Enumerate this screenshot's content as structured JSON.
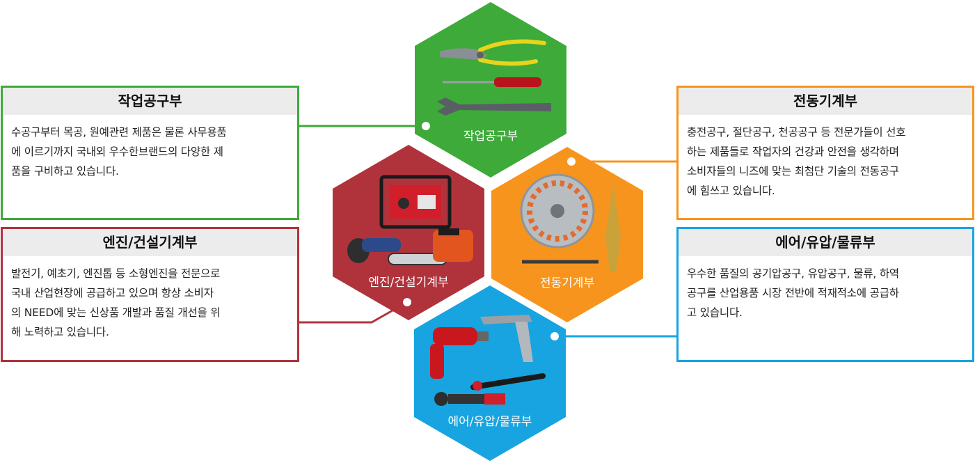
{
  "colors": {
    "work_tools": "#3daa3a",
    "engine": "#b0333c",
    "electric": "#f7941d",
    "air": "#17a4e0"
  },
  "hexagons": {
    "work_tools": {
      "label": "작업공구부",
      "icons": [
        "pliers-icon",
        "screwdriver-icon",
        "wrench-icon"
      ]
    },
    "engine": {
      "label": "엔진/건설기계부",
      "icons": [
        "generator-icon",
        "angle-grinder-icon",
        "chainsaw-icon"
      ]
    },
    "electric": {
      "label": "전동기계부",
      "icons": [
        "saw-blade-icon",
        "step-drill-icon",
        "drill-bit-icon"
      ]
    },
    "air": {
      "label": "에어/유압/물류부",
      "icons": [
        "air-impact-wrench-icon",
        "air-blow-gun-icon",
        "hydraulic-cutter-icon"
      ]
    }
  },
  "cards": {
    "work_tools": {
      "title": "작업공구부",
      "lines": [
        "수공구부터 목공, 원예관련 제품은 물론 사무용품",
        "에 이르기까지 국내외 우수한브랜드의 다양한 제",
        "품을 구비하고 있습니다."
      ]
    },
    "engine": {
      "title": "엔진/건설기계부",
      "lines": [
        "발전기, 예초기, 엔진톱 등 소형엔진을 전문으로",
        "국내 산업현장에 공급하고 있으며 항상 소비자",
        "의 NEED에 맞는 신상품 개발과 품질 개선을 위",
        "해 노력하고 있습니다."
      ]
    },
    "electric": {
      "title": "전동기계부",
      "lines": [
        "충전공구, 절단공구, 천공공구 등 전문가들이 선호",
        "하는 제품들로 작업자의 건강과 안전을 생각하며",
        "소비자들의 니즈에 맞는 최첨단 기술의 전동공구",
        "에 힘쓰고 있습니다."
      ]
    },
    "air": {
      "title": "에어/유압/물류부",
      "lines": [
        "우수한 품질의 공기압공구, 유압공구, 물류, 하역",
        "공구를 산업용품 시장 전반에 적재적소에 공급하",
        "고 있습니다."
      ]
    }
  }
}
